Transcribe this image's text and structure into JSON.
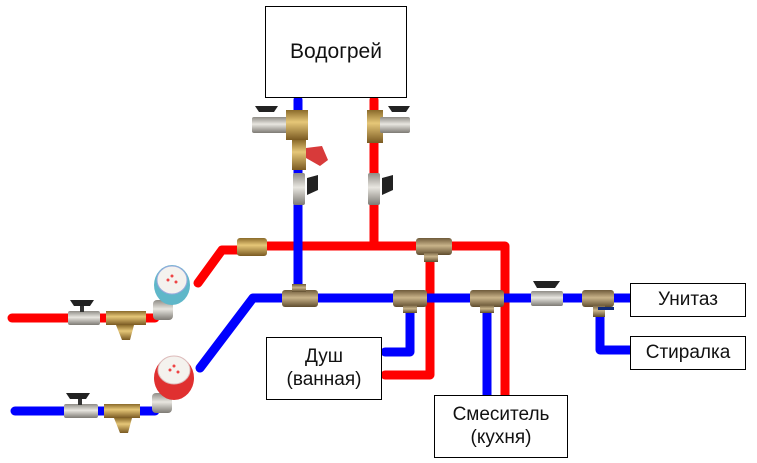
{
  "title": "Схема разводки водопровода",
  "colors": {
    "hot": "#ff0000",
    "cold": "#0000ff",
    "brass": "#c8a24a",
    "steel": "#c0bdb4"
  },
  "labels": {
    "heater": "Водогрей",
    "shower_line1": "Душ",
    "shower_line2": "(ванная)",
    "kitchen_line1": "Смеситель",
    "kitchen_line2": "(кухня)",
    "toilet": "Унитаз",
    "washer": "Стиралка"
  },
  "components": [
    {
      "type": "ball-valve",
      "line": "hot",
      "location": "hot inlet"
    },
    {
      "type": "strainer",
      "line": "hot",
      "location": "hot inlet"
    },
    {
      "type": "water-meter",
      "line": "hot",
      "ring": "blue"
    },
    {
      "type": "coupling",
      "line": "hot"
    },
    {
      "type": "ball-valve",
      "line": "cold",
      "location": "cold inlet"
    },
    {
      "type": "strainer",
      "line": "cold",
      "location": "cold inlet"
    },
    {
      "type": "water-meter",
      "line": "cold",
      "ring": "red"
    },
    {
      "type": "safety-valve",
      "line": "cold",
      "location": "heater inlet"
    },
    {
      "type": "ball-valve",
      "line": "hot",
      "location": "heater outlet"
    },
    {
      "type": "tee",
      "count": 5
    },
    {
      "type": "ball-valve",
      "line": "cold",
      "location": "toilet branch"
    }
  ]
}
